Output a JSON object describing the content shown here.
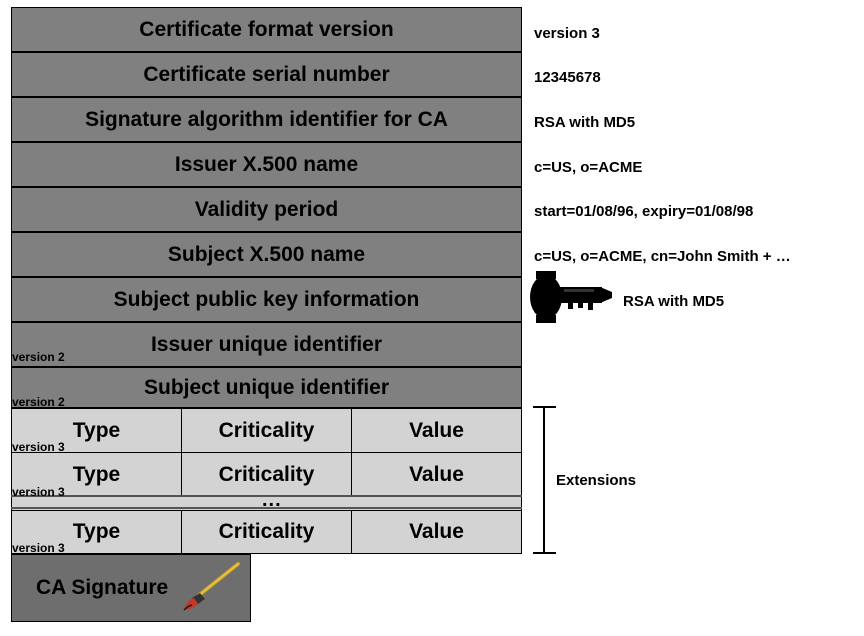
{
  "fields": [
    {
      "label": "Certificate format version",
      "value": "version 3"
    },
    {
      "label": "Certificate serial number",
      "value": "12345678"
    },
    {
      "label": "Signature algorithm identifier for CA",
      "value": "RSA with MD5"
    },
    {
      "label": "Issuer X.500 name",
      "value": "c=US, o=ACME"
    },
    {
      "label": "Validity period",
      "value": "start=01/08/96, expiry=01/08/98"
    },
    {
      "label": "Subject X.500 name",
      "value": "c=US, o=ACME, cn=John Smith + …"
    },
    {
      "label": "Subject public key information",
      "value": "RSA with MD5"
    },
    {
      "label": "Issuer unique identifier",
      "version_tag": "version 2"
    },
    {
      "label": "Subject unique identifier",
      "version_tag": "version 2"
    }
  ],
  "extensions": {
    "label": "Extensions",
    "ellipsis": "...",
    "rows": [
      {
        "type": "Type",
        "criticality": "Criticality",
        "value": "Value",
        "version_tag": "version 3"
      },
      {
        "type": "Type",
        "criticality": "Criticality",
        "value": "Value",
        "version_tag": "version 3"
      },
      {
        "type": "Type",
        "criticality": "Criticality",
        "value": "Value",
        "version_tag": "version 3"
      }
    ]
  },
  "ca_signature": {
    "label": "CA Signature",
    "icon": "brush-icon"
  },
  "key_icon": "key-icon",
  "colors": {
    "field_bg": "#808080",
    "extension_bg": "#d3d3d3",
    "border": "#000000"
  }
}
